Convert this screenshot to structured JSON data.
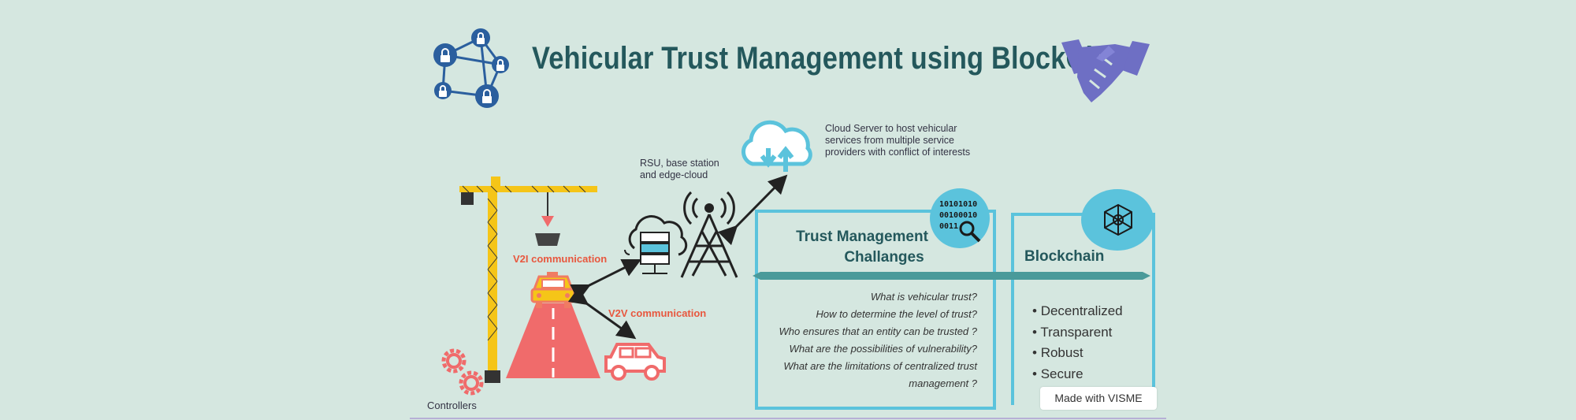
{
  "title": "Vehicular Trust Management using BlockChain",
  "cloud_label": [
    "Cloud Server to host vehicular",
    "services from multiple service",
    "providers with conflict of interests"
  ],
  "rsu_label": [
    "RSU, base station",
    "and edge-cloud"
  ],
  "v2i_label": "V2I communication",
  "v2v_label": "V2V communication",
  "controllers_label": "Controllers",
  "trust_panel": {
    "title_line1": "Trust Management",
    "title_line2": "Challanges",
    "binary_lines": [
      "10101010",
      "00100010",
      "0011"
    ],
    "questions": [
      "What is vehicular trust?",
      "How to determine the level of trust?",
      "Who ensures that an entity can be trusted ?",
      "What are the possibilities of vulnerability?",
      "What are the limitations of centralized trust",
      "management ?"
    ]
  },
  "blockchain_panel": {
    "title": "Blockchain",
    "items": [
      "Decentralized",
      "Transparent",
      "Robust",
      "Secure"
    ]
  },
  "badge": "Made with VISME",
  "colors": {
    "background": "#d5e7e0",
    "title": "#24585c",
    "accent_blue": "#5bc3dc",
    "crane_yellow": "#f5c518",
    "road_red": "#f06b6b",
    "handshake": "#6e6fc4",
    "network_blue": "#2b5f9e"
  }
}
